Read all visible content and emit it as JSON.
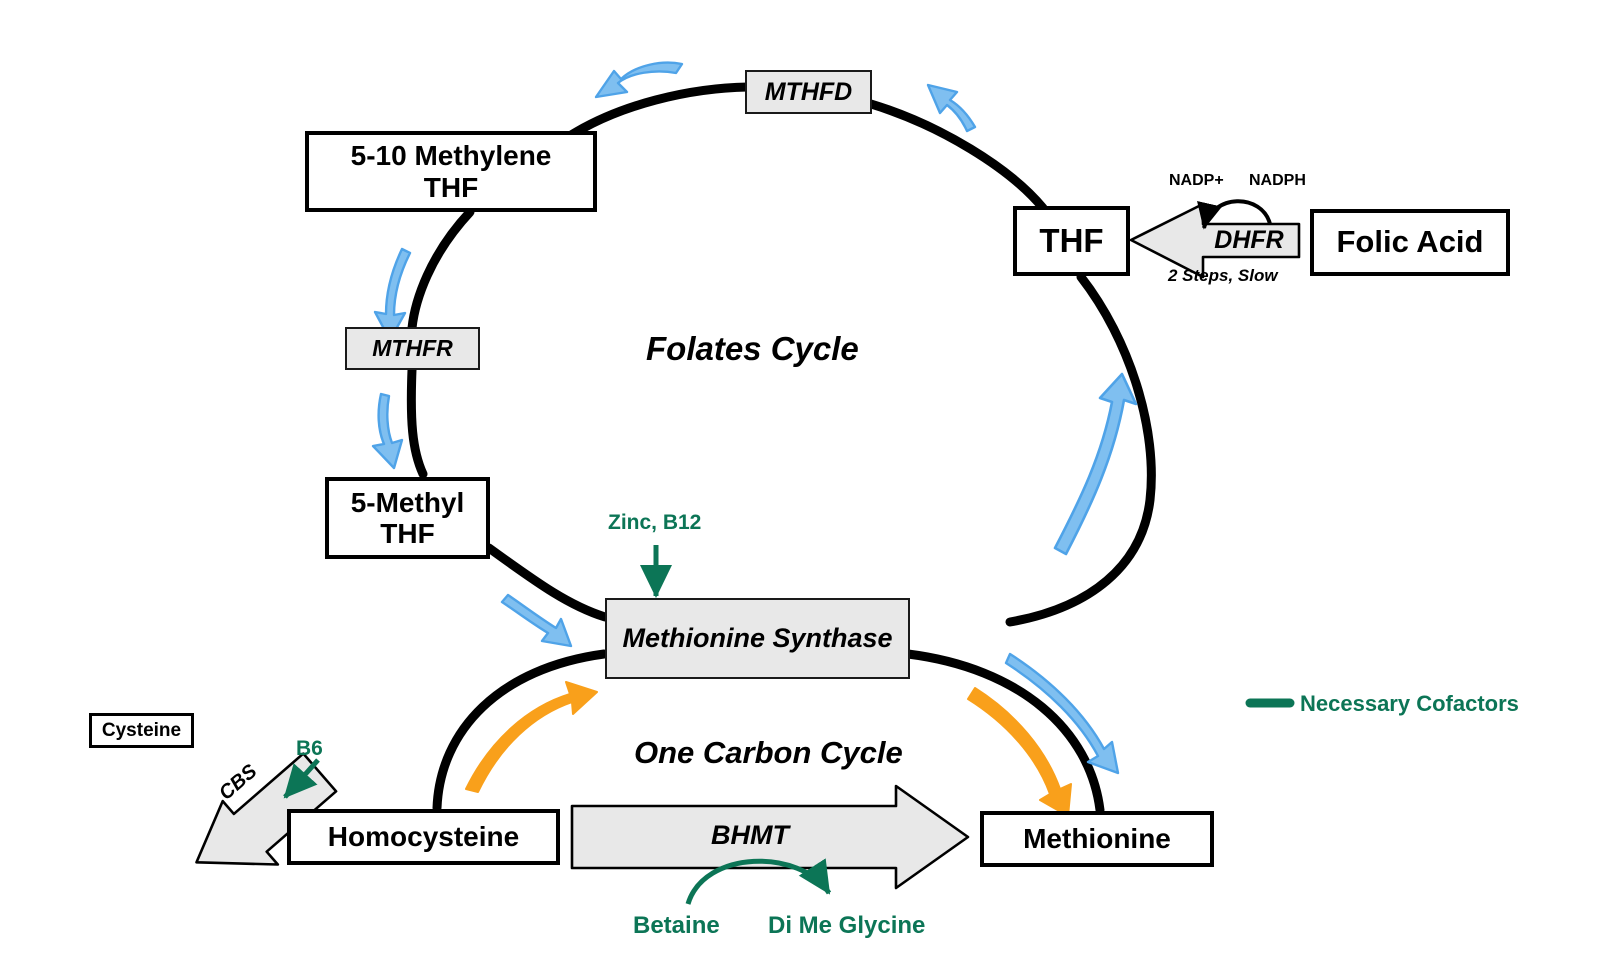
{
  "diagram": {
    "title_folates": "Folates Cycle",
    "title_onecarbon": "One Carbon Cycle"
  },
  "nodes": {
    "methylene_thf": "5-10 Methylene\nTHF",
    "methylene_thf_line1": "5-10 Methylene",
    "methylene_thf_line2": "THF",
    "methyl_thf_line1": "5-Methyl",
    "methyl_thf_line2": "THF",
    "thf": "THF",
    "folic_acid": "Folic Acid",
    "cysteine": "Cysteine",
    "homocysteine": "Homocysteine",
    "methionine": "Methionine"
  },
  "enzymes": {
    "mthfd": "MTHFD",
    "mthfr": "MTHFR",
    "methionine_synthase": "Methionine Synthase",
    "dhfr": "DHFR",
    "bhmt": "BHMT",
    "cbs": "CBS"
  },
  "cofactors": {
    "zinc_b12": "Zinc, B12",
    "b6": "B6",
    "betaine": "Betaine",
    "dimeglycine": "Di Me Glycine"
  },
  "annotations": {
    "nadp_plus": "NADP+",
    "nadph": "NADPH",
    "two_steps_slow": "2 Steps, Slow"
  },
  "legend": {
    "cofactor_label": "Necessary Cofactors"
  },
  "colors": {
    "blue_arrow": "#7fbff0",
    "blue_arrow_stroke": "#4fa3e8",
    "orange_arrow": "#f9a01b",
    "cofactor_green": "#0c7556",
    "enzyme_fill": "#e8e8e8",
    "stroke_black": "#000000"
  }
}
